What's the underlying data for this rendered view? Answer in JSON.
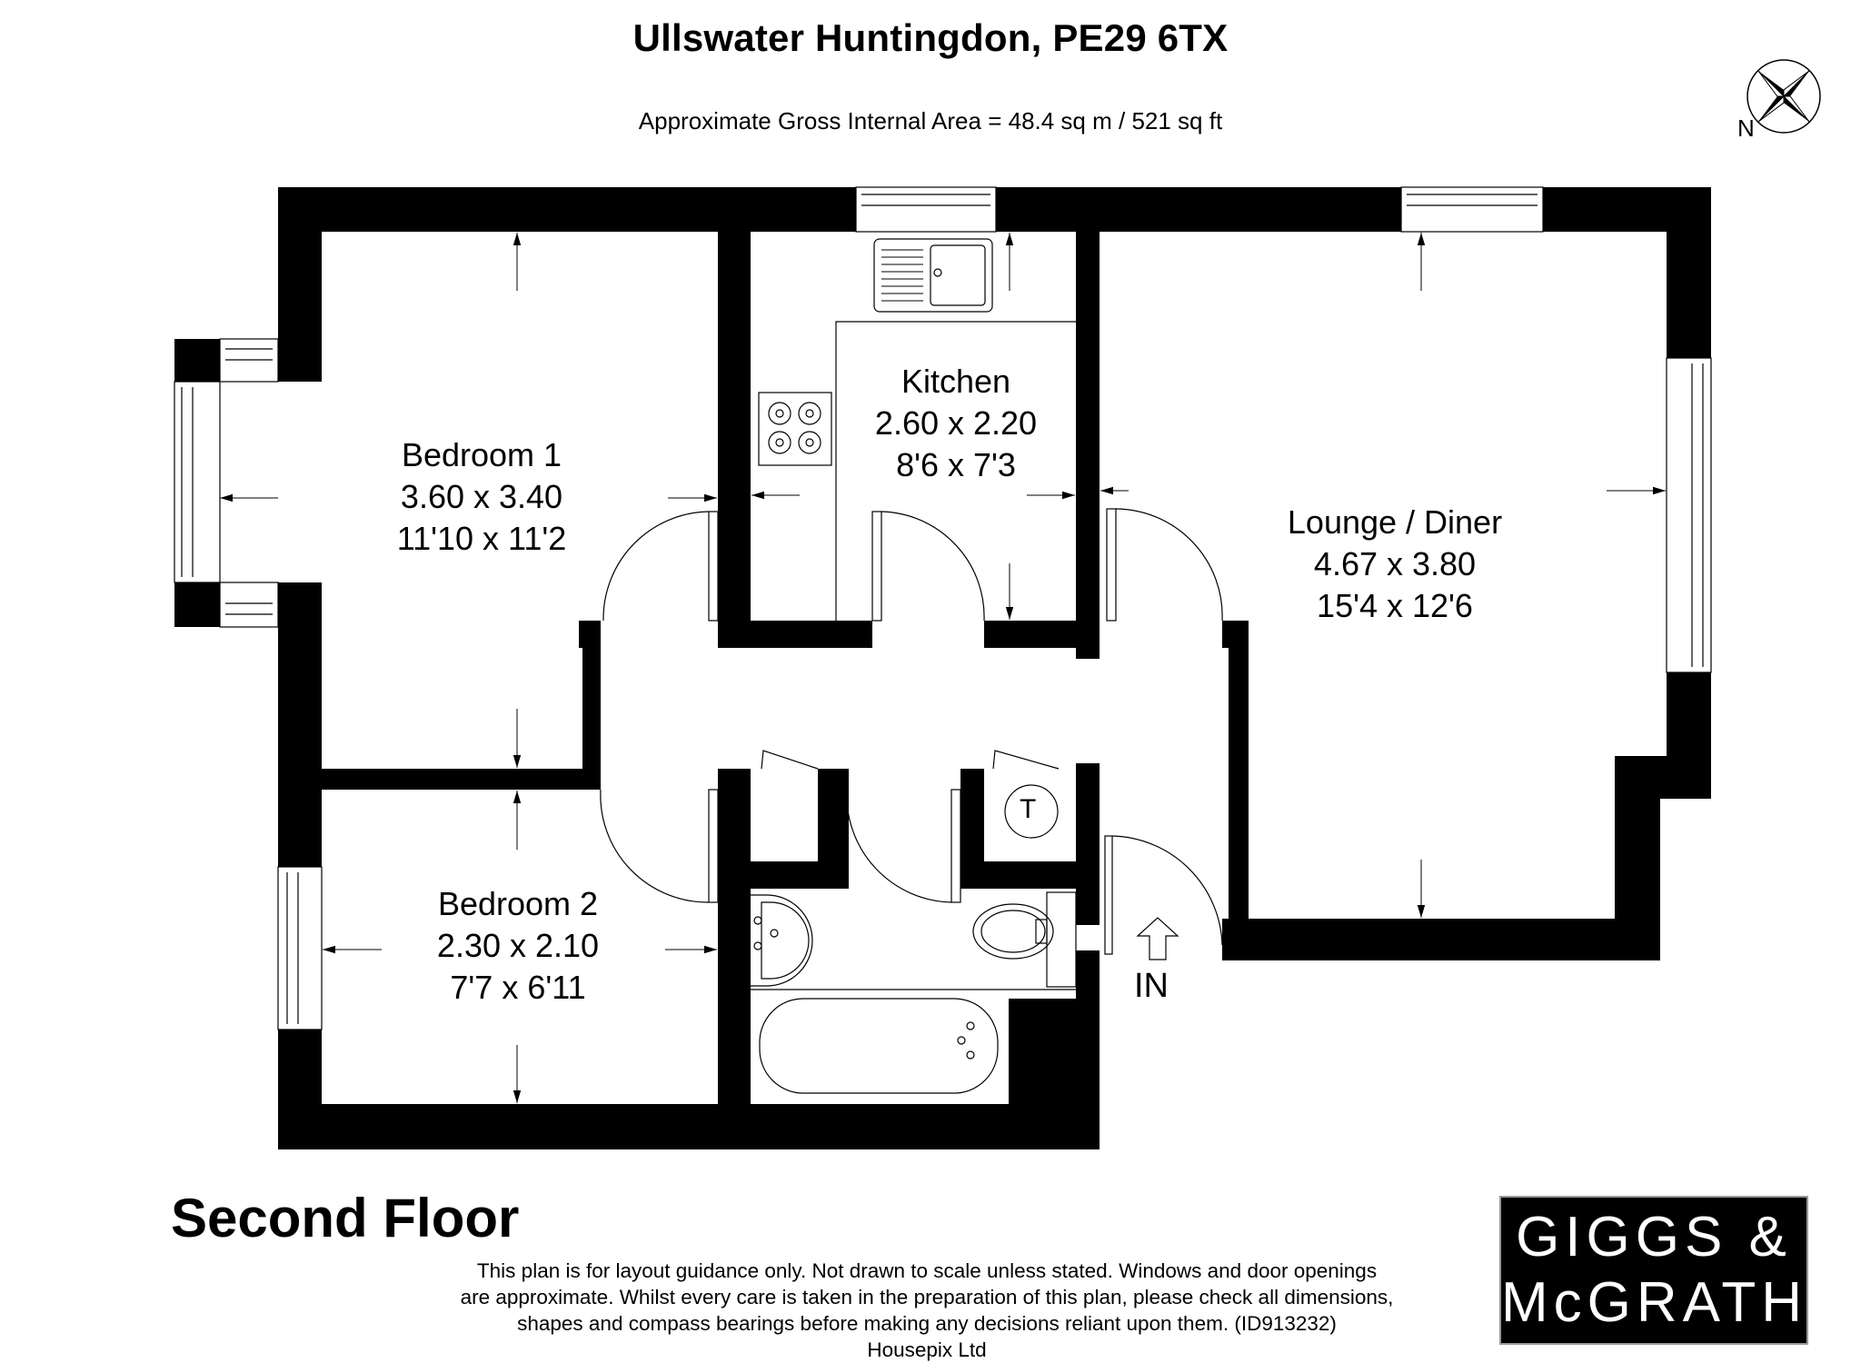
{
  "header": {
    "title": "Ullswater Huntingdon, PE29 6TX",
    "area": "Approximate Gross Internal Area = 48.4 sq m / 521 sq ft"
  },
  "compass": {
    "label": "N",
    "icon": "compass-rose-icon"
  },
  "floor": {
    "name": "Second Floor"
  },
  "rooms": [
    {
      "name": "Bedroom 1",
      "metric": "3.60 x 3.40",
      "imperial": "11'10 x 11'2"
    },
    {
      "name": "Kitchen",
      "metric": "2.60 x 2.20",
      "imperial": "8'6 x 7'3"
    },
    {
      "name": "Lounge / Diner",
      "metric": "4.67 x 3.80",
      "imperial": "15'4 x 12'6"
    },
    {
      "name": "Bedroom 2",
      "metric": "2.30 x 2.10",
      "imperial": "7'7 x 6'11"
    }
  ],
  "fixtures": {
    "tank_label": "T",
    "entrance_label": "IN"
  },
  "disclaimer": {
    "line1": "This plan is for layout guidance only. Not drawn to scale unless stated. Windows and door openings",
    "line2": "are approximate. Whilst every care is taken in the preparation of this plan, please check all dimensions,",
    "line3": "shapes and compass bearings before making any decisions reliant upon them. (ID913232)",
    "line4": "Housepix Ltd"
  },
  "logo": {
    "line1": "GIGGS &",
    "line2": "McGRATH"
  },
  "colors": {
    "wall": "#000000",
    "background": "#ffffff",
    "logo_bg": "#000000",
    "logo_text": "#ffffff"
  }
}
